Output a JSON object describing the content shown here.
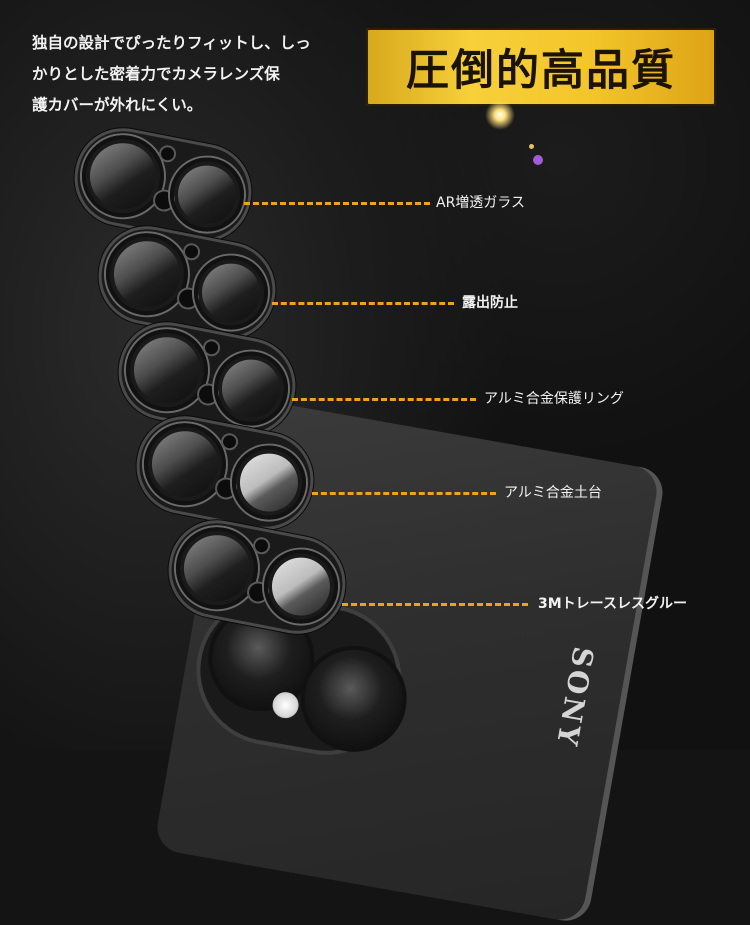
{
  "intro": {
    "lines": [
      "独自の設計でぴったりフィットし、しっ",
      "かりとした密着力でカメラレンズ保",
      "護カバーが外れにくい。"
    ]
  },
  "banner": {
    "title": "圧倒的高品質"
  },
  "brand": {
    "logo_text": "SONY"
  },
  "colors": {
    "accent_gold": "#f3c52a",
    "leader_orange": "#f0a21b",
    "background": "#141414"
  },
  "features": [
    {
      "label": "AR増透ガラス"
    },
    {
      "label": "露出防止"
    },
    {
      "label": "アルミ合金保護リング"
    },
    {
      "label": "アルミ合金土台"
    },
    {
      "label": "3Mトレースレスグルー"
    }
  ]
}
